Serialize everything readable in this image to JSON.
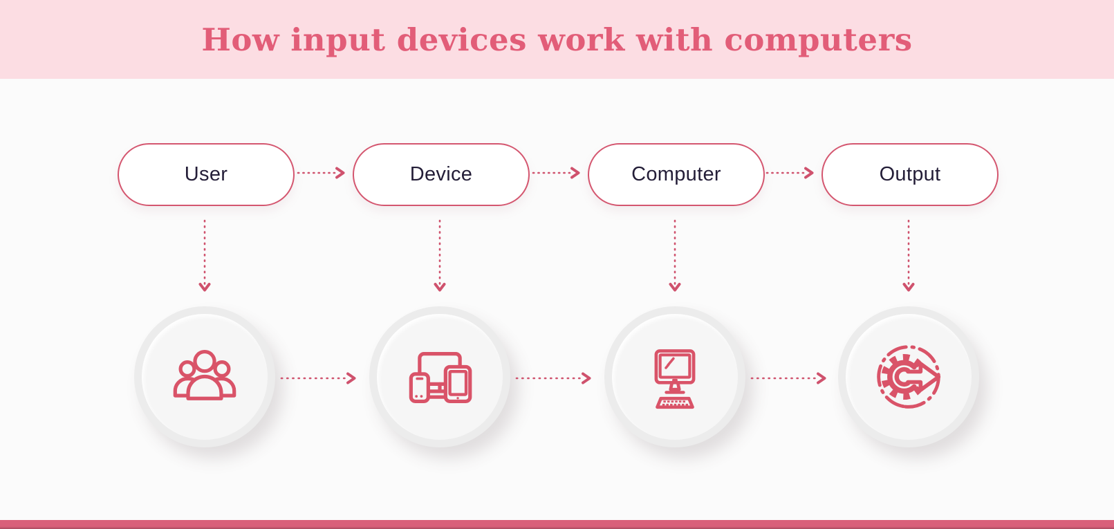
{
  "title": "How input devices work with computers",
  "palette": {
    "header_bg": "#fcdde3",
    "title_color": "#e25d78",
    "accent_rose": "#d4566f",
    "arrow_rose": "#cf526d",
    "icon_rose": "#d95368",
    "node_text": "#241e38",
    "canvas_bg": "#fbfbfb",
    "circle_ring": "#ececec",
    "circle_face": "#f6f6f6",
    "footer_bar": "#d9607a"
  },
  "flow": {
    "direction": "left-to-right",
    "nodes": [
      {
        "label": "User",
        "icon": "users-icon"
      },
      {
        "label": "Device",
        "icon": "devices-icon"
      },
      {
        "label": "Computer",
        "icon": "desktop-computer-icon"
      },
      {
        "label": "Output",
        "icon": "gear-arrow-icon"
      }
    ],
    "connections": [
      "User → Device",
      "Device → Computer",
      "Computer → Output",
      "User ↓ users-icon",
      "Device ↓ devices-icon",
      "Computer ↓ desktop-computer-icon",
      "Output ↓ gear-arrow-icon",
      "users-icon → devices-icon",
      "devices-icon → desktop-computer-icon",
      "desktop-computer-icon → gear-arrow-icon"
    ]
  }
}
